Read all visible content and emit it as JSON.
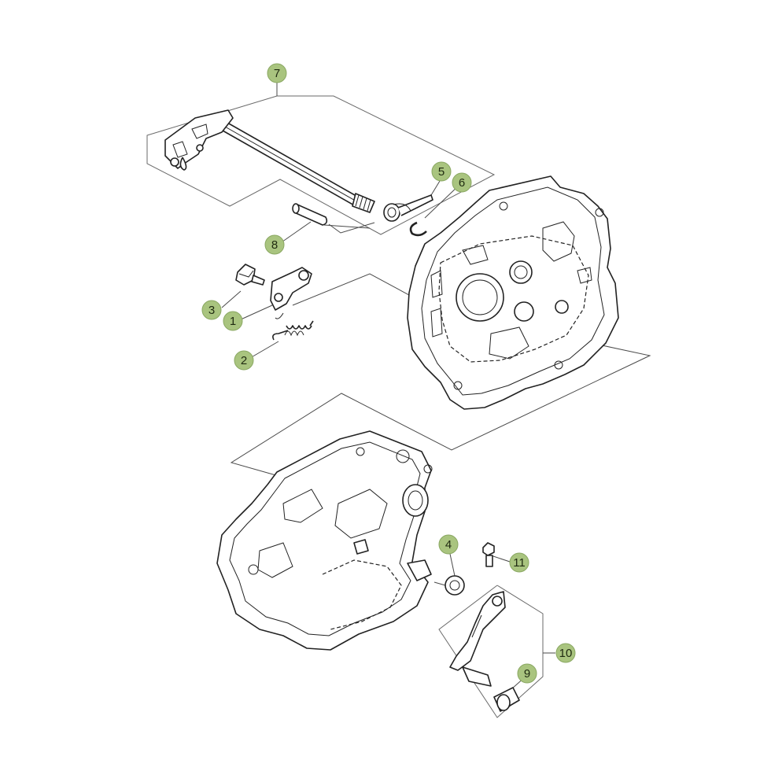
{
  "colors": {
    "callout_fill": "#a9c47f",
    "callout_stroke": "#8aa862",
    "line": "#4a4a4a",
    "part_stroke": "#222222"
  },
  "callouts": [
    {
      "id": "1",
      "label": "1"
    },
    {
      "id": "2",
      "label": "2"
    },
    {
      "id": "3",
      "label": "3"
    },
    {
      "id": "4",
      "label": "4"
    },
    {
      "id": "5",
      "label": "5"
    },
    {
      "id": "6",
      "label": "6"
    },
    {
      "id": "7",
      "label": "7"
    },
    {
      "id": "8",
      "label": "8"
    },
    {
      "id": "9",
      "label": "9"
    },
    {
      "id": "10",
      "label": "10"
    },
    {
      "id": "11",
      "label": "11"
    }
  ],
  "parts": [
    {
      "id": "gearshift-shaft",
      "icon": "shaft-icon"
    },
    {
      "id": "crankcase-right",
      "icon": "crankcase-icon"
    },
    {
      "id": "crankcase-left",
      "icon": "crankcase-icon"
    },
    {
      "id": "gear-lever",
      "icon": "lever-icon"
    }
  ]
}
